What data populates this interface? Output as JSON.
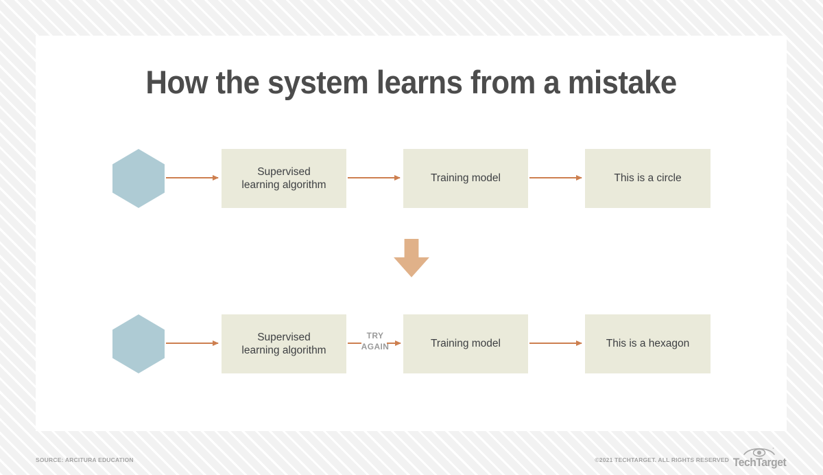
{
  "page": {
    "title": "How the system learns from a mistake"
  },
  "colors": {
    "hexagon": "#aecbd4",
    "box_fill": "#eaeada",
    "arrow": "#cd7f4f",
    "down_arrow": "#e0b189",
    "title_text": "#4c4c4c",
    "box_text": "#3e4043",
    "muted_text": "#a3a3a3",
    "try_again_text": "#9a9a9a",
    "card_background": "#ffffff",
    "page_background": "#f3f3f3"
  },
  "diagram": {
    "rows": [
      {
        "id": "row-initial-attempt",
        "shape_label": "hexagon-shape",
        "steps": [
          {
            "label": "Supervised\nlearning algorithm",
            "line1": "Supervised",
            "line2": "learning algorithm"
          },
          {
            "label": "Training model",
            "line1": "Training model",
            "line2": ""
          },
          {
            "label": "This is a circle",
            "line1": "This is a circle",
            "line2": ""
          }
        ],
        "connector_label": ""
      },
      {
        "id": "row-retry-attempt",
        "shape_label": "hexagon-shape",
        "steps": [
          {
            "label": "Supervised\nlearning algorithm",
            "line1": "Supervised",
            "line2": "learning algorithm"
          },
          {
            "label": "Training model",
            "line1": "Training model",
            "line2": ""
          },
          {
            "label": "This is a hexagon",
            "line1": "This is a hexagon",
            "line2": ""
          }
        ],
        "connector_label_line1": "TRY",
        "connector_label_line2": "AGAIN"
      }
    ],
    "transition_icon": "down-arrow-icon"
  },
  "footer": {
    "source": "SOURCE: ARCITURA EDUCATION",
    "copyright": "©2021 TECHTARGET. ALL RIGHTS RESERVED",
    "logo_text": "TechTarget",
    "logo_icon": "eye-icon"
  }
}
